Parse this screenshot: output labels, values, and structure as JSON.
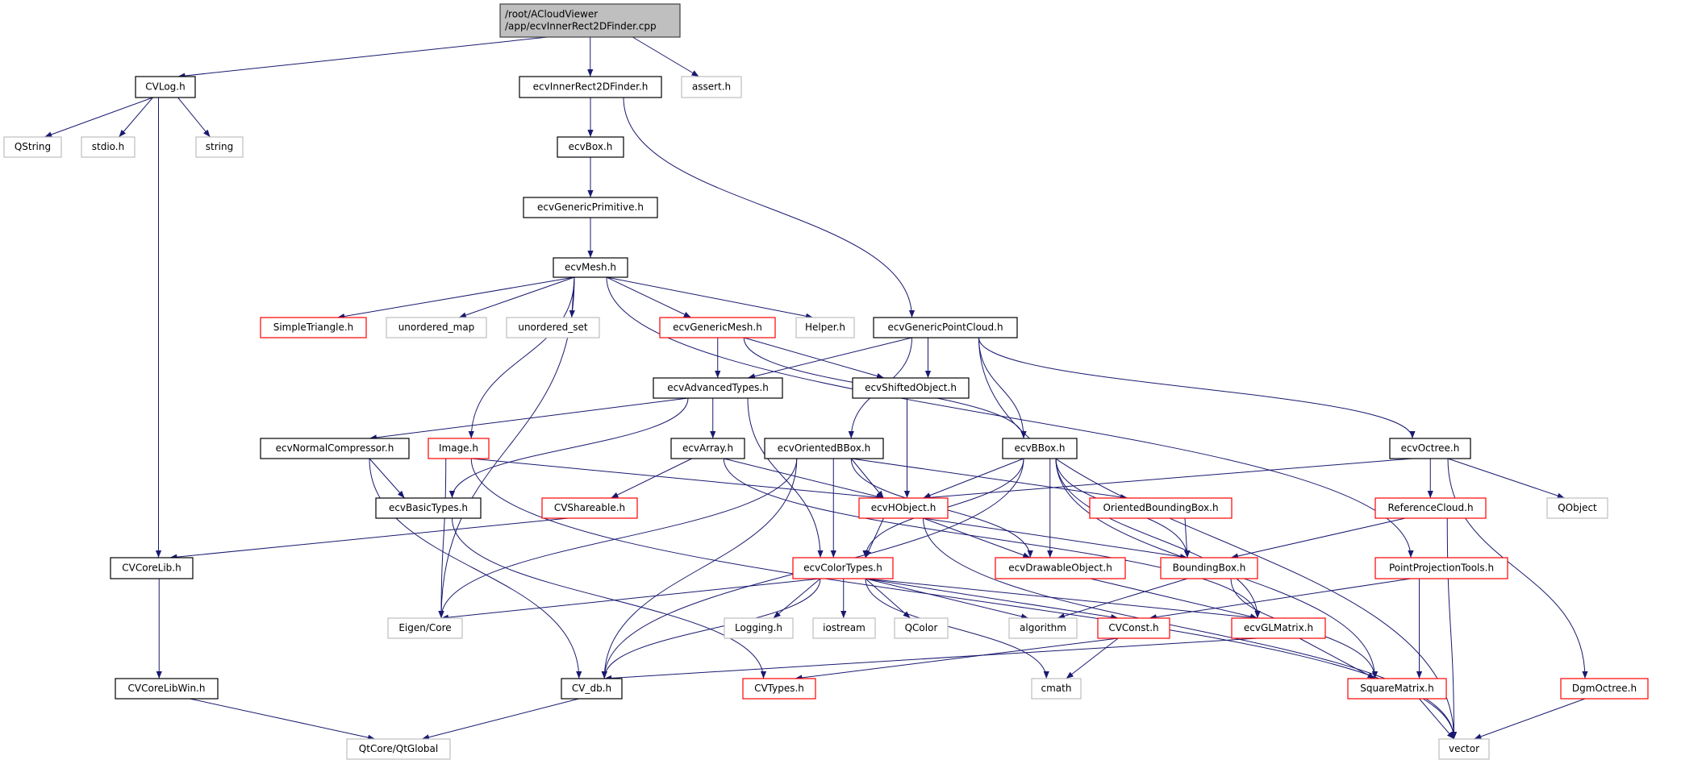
{
  "colors": {
    "edge": "#191970",
    "root_fill": "#bfbfbf",
    "root_border": "#404040",
    "documented_border": "#000000",
    "undocumented_border": "#ff0000",
    "external_border": "#bfbfbf",
    "text": "#000000"
  },
  "nodes": [
    {
      "id": "root",
      "label": [
        "/root/ACloudViewer",
        "/app/ecvInnerRect2DFinder.cpp"
      ],
      "kind": "root"
    },
    {
      "id": "CVLog",
      "label": [
        "CVLog.h"
      ],
      "kind": "documented"
    },
    {
      "id": "ecvInnerRect2DFinder",
      "label": [
        "ecvInnerRect2DFinder.h"
      ],
      "kind": "documented"
    },
    {
      "id": "assert",
      "label": [
        "assert.h"
      ],
      "kind": "external"
    },
    {
      "id": "QString",
      "label": [
        "QString"
      ],
      "kind": "external"
    },
    {
      "id": "stdio",
      "label": [
        "stdio.h"
      ],
      "kind": "external"
    },
    {
      "id": "string",
      "label": [
        "string"
      ],
      "kind": "external"
    },
    {
      "id": "ecvBox",
      "label": [
        "ecvBox.h"
      ],
      "kind": "documented"
    },
    {
      "id": "ecvGenericPrimitive",
      "label": [
        "ecvGenericPrimitive.h"
      ],
      "kind": "documented"
    },
    {
      "id": "ecvMesh",
      "label": [
        "ecvMesh.h"
      ],
      "kind": "documented"
    },
    {
      "id": "SimpleTriangle",
      "label": [
        "SimpleTriangle.h"
      ],
      "kind": "undocumented"
    },
    {
      "id": "unordered_map",
      "label": [
        "unordered_map"
      ],
      "kind": "external"
    },
    {
      "id": "unordered_set",
      "label": [
        "unordered_set"
      ],
      "kind": "external"
    },
    {
      "id": "ecvGenericMesh",
      "label": [
        "ecvGenericMesh.h"
      ],
      "kind": "undocumented"
    },
    {
      "id": "Helper",
      "label": [
        "Helper.h"
      ],
      "kind": "external"
    },
    {
      "id": "ecvGenericPointCloud",
      "label": [
        "ecvGenericPointCloud.h"
      ],
      "kind": "documented"
    },
    {
      "id": "ecvAdvancedTypes",
      "label": [
        "ecvAdvancedTypes.h"
      ],
      "kind": "documented"
    },
    {
      "id": "ecvShiftedObject",
      "label": [
        "ecvShiftedObject.h"
      ],
      "kind": "documented"
    },
    {
      "id": "ecvNormalCompressor",
      "label": [
        "ecvNormalCompressor.h"
      ],
      "kind": "documented"
    },
    {
      "id": "Image",
      "label": [
        "Image.h"
      ],
      "kind": "undocumented"
    },
    {
      "id": "ecvArray",
      "label": [
        "ecvArray.h"
      ],
      "kind": "documented"
    },
    {
      "id": "ecvOrientedBBox",
      "label": [
        "ecvOrientedBBox.h"
      ],
      "kind": "documented"
    },
    {
      "id": "ecvBBox",
      "label": [
        "ecvBBox.h"
      ],
      "kind": "documented"
    },
    {
      "id": "ecvOctree",
      "label": [
        "ecvOctree.h"
      ],
      "kind": "documented"
    },
    {
      "id": "ecvBasicTypes",
      "label": [
        "ecvBasicTypes.h"
      ],
      "kind": "documented"
    },
    {
      "id": "CVShareable",
      "label": [
        "CVShareable.h"
      ],
      "kind": "undocumented"
    },
    {
      "id": "ecvHObject",
      "label": [
        "ecvHObject.h"
      ],
      "kind": "undocumented"
    },
    {
      "id": "OrientedBoundingBox",
      "label": [
        "OrientedBoundingBox.h"
      ],
      "kind": "undocumented"
    },
    {
      "id": "ReferenceCloud",
      "label": [
        "ReferenceCloud.h"
      ],
      "kind": "undocumented"
    },
    {
      "id": "QObject",
      "label": [
        "QObject"
      ],
      "kind": "external"
    },
    {
      "id": "CVCoreLib",
      "label": [
        "CVCoreLib.h"
      ],
      "kind": "documented"
    },
    {
      "id": "ecvColorTypes",
      "label": [
        "ecvColorTypes.h"
      ],
      "kind": "undocumented"
    },
    {
      "id": "ecvDrawableObject",
      "label": [
        "ecvDrawableObject.h"
      ],
      "kind": "undocumented"
    },
    {
      "id": "BoundingBox",
      "label": [
        "BoundingBox.h"
      ],
      "kind": "undocumented"
    },
    {
      "id": "PointProjectionTools",
      "label": [
        "PointProjectionTools.h"
      ],
      "kind": "undocumented"
    },
    {
      "id": "EigenCore",
      "label": [
        "Eigen/Core"
      ],
      "kind": "external"
    },
    {
      "id": "Logging",
      "label": [
        "Logging.h"
      ],
      "kind": "external"
    },
    {
      "id": "iostream",
      "label": [
        "iostream"
      ],
      "kind": "external"
    },
    {
      "id": "QColor",
      "label": [
        "QColor"
      ],
      "kind": "external"
    },
    {
      "id": "algorithm",
      "label": [
        "algorithm"
      ],
      "kind": "external"
    },
    {
      "id": "CVConst",
      "label": [
        "CVConst.h"
      ],
      "kind": "undocumented"
    },
    {
      "id": "ecvGLMatrix",
      "label": [
        "ecvGLMatrix.h"
      ],
      "kind": "undocumented"
    },
    {
      "id": "CVCoreLibWin",
      "label": [
        "CVCoreLibWin.h"
      ],
      "kind": "documented"
    },
    {
      "id": "CV_db",
      "label": [
        "CV_db.h"
      ],
      "kind": "documented"
    },
    {
      "id": "CVTypes",
      "label": [
        "CVTypes.h"
      ],
      "kind": "undocumented"
    },
    {
      "id": "cmath",
      "label": [
        "cmath"
      ],
      "kind": "external"
    },
    {
      "id": "SquareMatrix",
      "label": [
        "SquareMatrix.h"
      ],
      "kind": "undocumented"
    },
    {
      "id": "DgmOctree",
      "label": [
        "DgmOctree.h"
      ],
      "kind": "undocumented"
    },
    {
      "id": "QtGlobal",
      "label": [
        "QtCore/QtGlobal"
      ],
      "kind": "external"
    },
    {
      "id": "vector",
      "label": [
        "vector"
      ],
      "kind": "external"
    }
  ],
  "edges": [
    [
      "root",
      "CVLog"
    ],
    [
      "root",
      "ecvInnerRect2DFinder"
    ],
    [
      "root",
      "assert"
    ],
    [
      "CVLog",
      "QString"
    ],
    [
      "CVLog",
      "stdio"
    ],
    [
      "CVLog",
      "string"
    ],
    [
      "CVLog",
      "CVCoreLib"
    ],
    [
      "ecvInnerRect2DFinder",
      "ecvBox"
    ],
    [
      "ecvInnerRect2DFinder",
      "ecvGenericPointCloud"
    ],
    [
      "ecvBox",
      "ecvGenericPrimitive"
    ],
    [
      "ecvGenericPrimitive",
      "ecvMesh"
    ],
    [
      "ecvMesh",
      "EigenCore"
    ],
    [
      "ecvMesh",
      "SimpleTriangle"
    ],
    [
      "ecvMesh",
      "unordered_map"
    ],
    [
      "ecvMesh",
      "unordered_set"
    ],
    [
      "ecvMesh",
      "Image"
    ],
    [
      "ecvMesh",
      "ecvGenericMesh"
    ],
    [
      "ecvMesh",
      "Helper"
    ],
    [
      "ecvMesh",
      "PointProjectionTools"
    ],
    [
      "ecvGenericMesh",
      "ecvAdvancedTypes"
    ],
    [
      "ecvGenericMesh",
      "ecvShiftedObject"
    ],
    [
      "ecvGenericMesh",
      "ecvBBox"
    ],
    [
      "ecvGenericPointCloud",
      "ecvAdvancedTypes"
    ],
    [
      "ecvGenericPointCloud",
      "ecvShiftedObject"
    ],
    [
      "ecvGenericPointCloud",
      "ecvOrientedBBox"
    ],
    [
      "ecvGenericPointCloud",
      "ecvBBox"
    ],
    [
      "ecvGenericPointCloud",
      "ecvOctree"
    ],
    [
      "ecvGenericPointCloud",
      "vector"
    ],
    [
      "ecvAdvancedTypes",
      "ecvNormalCompressor"
    ],
    [
      "ecvAdvancedTypes",
      "ecvArray"
    ],
    [
      "ecvAdvancedTypes",
      "ecvBasicTypes"
    ],
    [
      "ecvAdvancedTypes",
      "ecvColorTypes"
    ],
    [
      "ecvShiftedObject",
      "ecvHObject"
    ],
    [
      "ecvNormalCompressor",
      "ecvBasicTypes"
    ],
    [
      "ecvNormalCompressor",
      "CV_db"
    ],
    [
      "Image",
      "EigenCore"
    ],
    [
      "Image",
      "ecvHObject"
    ],
    [
      "Image",
      "vector"
    ],
    [
      "ecvArray",
      "CVShareable"
    ],
    [
      "ecvArray",
      "ecvHObject"
    ],
    [
      "ecvArray",
      "ecvGLMatrix"
    ],
    [
      "ecvOrientedBBox",
      "EigenCore"
    ],
    [
      "ecvOrientedBBox",
      "CV_db"
    ],
    [
      "ecvOrientedBBox",
      "ecvColorTypes"
    ],
    [
      "ecvOrientedBBox",
      "ecvHObject"
    ],
    [
      "ecvOrientedBBox",
      "ecvDrawableObject"
    ],
    [
      "ecvOrientedBBox",
      "OrientedBoundingBox"
    ],
    [
      "ecvBBox",
      "CV_db"
    ],
    [
      "ecvBBox",
      "ecvHObject"
    ],
    [
      "ecvBBox",
      "ecvColorTypes"
    ],
    [
      "ecvBBox",
      "ecvDrawableObject"
    ],
    [
      "ecvBBox",
      "BoundingBox"
    ],
    [
      "ecvBBox",
      "ecvGLMatrix"
    ],
    [
      "ecvBBox",
      "SquareMatrix"
    ],
    [
      "ecvOctree",
      "ecvHObject"
    ],
    [
      "ecvOctree",
      "ReferenceCloud"
    ],
    [
      "ecvOctree",
      "QObject"
    ],
    [
      "ecvOctree",
      "DgmOctree"
    ],
    [
      "ecvBasicTypes",
      "CVTypes"
    ],
    [
      "CVShareable",
      "CVCoreLib"
    ],
    [
      "CVCoreLib",
      "CVCoreLibWin"
    ],
    [
      "ecvHObject",
      "ecvColorTypes"
    ],
    [
      "ecvHObject",
      "ecvDrawableObject"
    ],
    [
      "ecvHObject",
      "BoundingBox"
    ],
    [
      "ecvHObject",
      "vector"
    ],
    [
      "OrientedBoundingBox",
      "BoundingBox"
    ],
    [
      "ReferenceCloud",
      "BoundingBox"
    ],
    [
      "ReferenceCloud",
      "vector"
    ],
    [
      "PointProjectionTools",
      "CVConst"
    ],
    [
      "PointProjectionTools",
      "SquareMatrix"
    ],
    [
      "ecvColorTypes",
      "EigenCore"
    ],
    [
      "ecvColorTypes",
      "CV_db"
    ],
    [
      "ecvColorTypes",
      "Logging"
    ],
    [
      "ecvColorTypes",
      "iostream"
    ],
    [
      "ecvColorTypes",
      "QColor"
    ],
    [
      "ecvColorTypes",
      "algorithm"
    ],
    [
      "ecvColorTypes",
      "cmath"
    ],
    [
      "ecvColorTypes",
      "CVConst"
    ],
    [
      "ecvColorTypes",
      "ecvGLMatrix"
    ],
    [
      "ecvDrawableObject",
      "ecvGLMatrix"
    ],
    [
      "BoundingBox",
      "algorithm"
    ],
    [
      "BoundingBox",
      "SquareMatrix"
    ],
    [
      "CVConst",
      "CVTypes"
    ],
    [
      "CVConst",
      "cmath"
    ],
    [
      "ecvGLMatrix",
      "CV_db"
    ],
    [
      "ecvGLMatrix",
      "SquareMatrix"
    ],
    [
      "CV_db",
      "QtGlobal"
    ],
    [
      "CVCoreLibWin",
      "QtGlobal"
    ],
    [
      "SquareMatrix",
      "vector"
    ],
    [
      "DgmOctree",
      "vector"
    ]
  ]
}
